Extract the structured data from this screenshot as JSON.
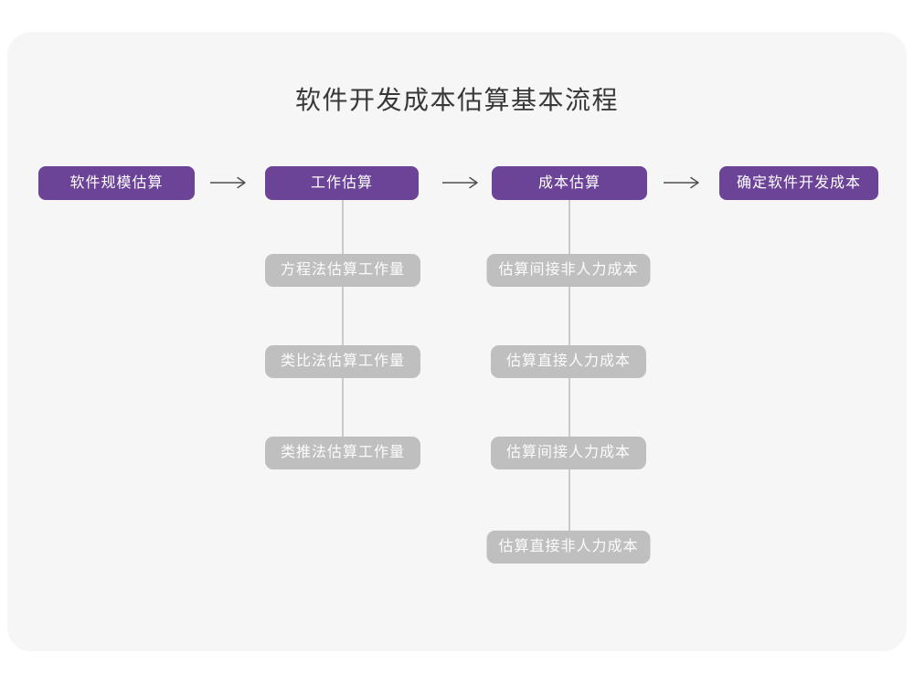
{
  "title": "软件开发成本估算基本流程",
  "flow": {
    "main_steps": [
      {
        "label": "软件规模估算"
      },
      {
        "label": "工作估算"
      },
      {
        "label": "成本估算"
      },
      {
        "label": "确定软件开发成本"
      }
    ],
    "work_substeps": [
      {
        "label": "方程法估算工作量"
      },
      {
        "label": "类比法估算工作量"
      },
      {
        "label": "类推法估算工作量"
      }
    ],
    "cost_substeps": [
      {
        "label": "估算间接非人力成本"
      },
      {
        "label": "估算直接人力成本"
      },
      {
        "label": "估算间接人力成本"
      },
      {
        "label": "估算直接非人力成本"
      }
    ]
  },
  "icons": {
    "flow_arrow": "→"
  },
  "colors": {
    "primary_purple": "#6b4397",
    "substep_gray": "#bfbfbf",
    "connector_gray": "#c9c9c9",
    "arrow_gray": "#4d4d4d",
    "card_background": "#f6f6f7",
    "page_background": "#ffffff",
    "title_color": "#383838",
    "box_text": "#ffffff"
  }
}
